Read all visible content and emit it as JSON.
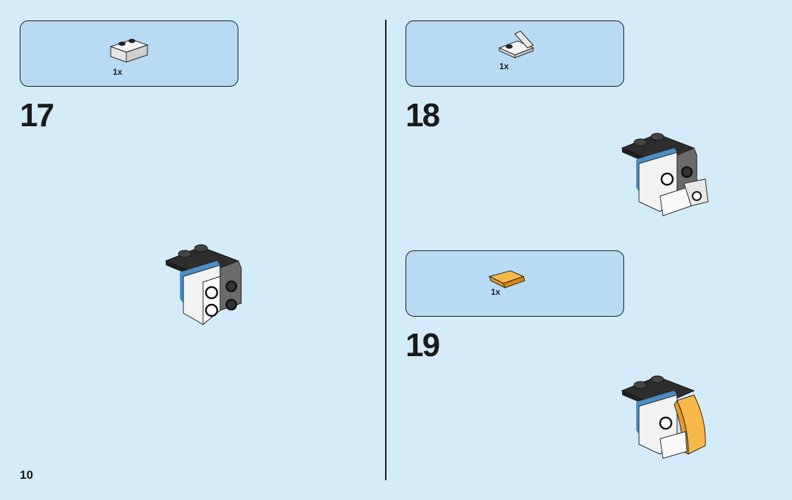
{
  "page_number": "10",
  "steps": [
    {
      "number": "17",
      "part": {
        "quantity": "1x",
        "name": "brick-1x2-white-icon",
        "color": "#ffffff"
      }
    },
    {
      "number": "18",
      "part": {
        "quantity": "1x",
        "name": "bracket-plate-white-icon",
        "color": "#ffffff"
      }
    },
    {
      "number": "19",
      "part": {
        "quantity": "1x",
        "name": "curved-slope-orange-icon",
        "color": "#f5a623"
      }
    }
  ],
  "colors": {
    "background": "#d4ecf9",
    "parts_box": "#b8daf3",
    "dark_gray": "#3a3a3a",
    "blue_accent": "#4a8fc7",
    "orange": "#f5a623"
  }
}
